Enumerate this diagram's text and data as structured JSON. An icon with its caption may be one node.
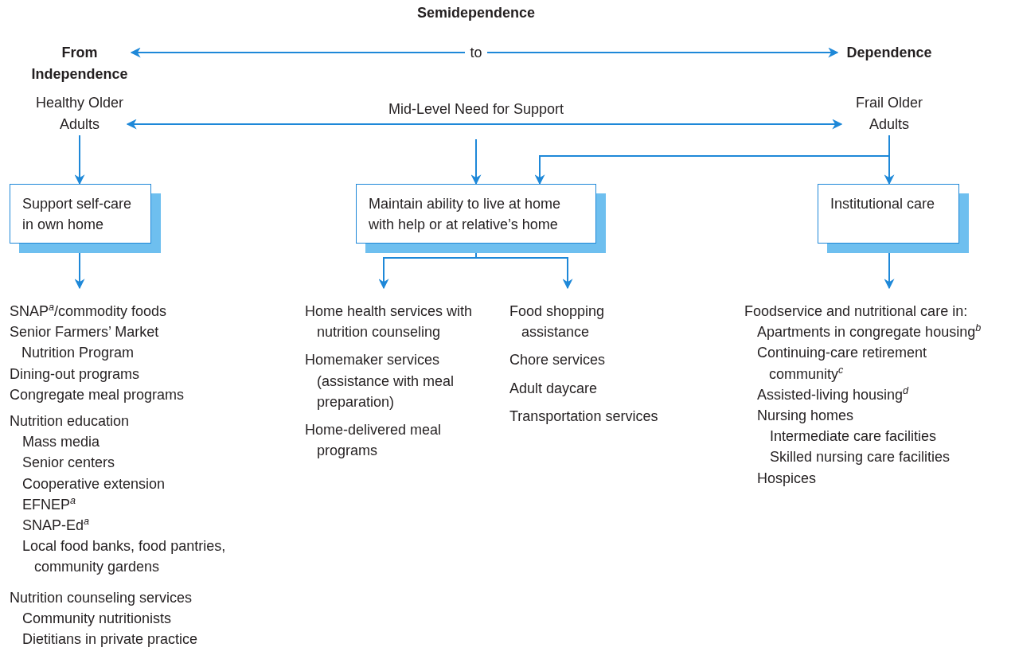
{
  "diagram": {
    "title": "Semidependence",
    "nodes": [
      {
        "text": [
          "From Independence"
        ]
      },
      {
        "text": [
          "Dependence"
        ]
      },
      {
        "text": [
          "Healthy Older Adults"
        ]
      },
      {
        "text": [
          "Frail Older Adults"
        ]
      },
      {
        "text": [
          "Support self-care in own home"
        ]
      },
      {
        "text": [
          "Maintain ability to live at home with help or at relative’s home"
        ]
      },
      {
        "text": [
          "Institutional care"
        ]
      },
      {
        "text": [
          "SNAP$^{a}$/commodity foods",
          "Senior Farmers’ Market Nutrition Program",
          "Dining-out programs",
          "Congregate meal programs",
          "Nutrition education",
          "Mass media",
          "Senior centers",
          "Cooperative extension",
          "EFNEP$^{a}$",
          "SNAP-Ed$^{a}$",
          "Local food banks, food pantries, community gardens",
          "Nutrition counseling services",
          "Community nutritionists",
          "Dietitians in private practice"
        ]
      },
      {
        "text": [
          "Home health services with nutrition counseling",
          "Homemaker services (assistance with meal preparation)",
          "Home-delivered meal programs"
        ]
      },
      {
        "text": [
          "Food shopping assistance",
          "Chore services",
          "Adult daycare",
          "Transportation services"
        ]
      },
      {
        "text": [
          "Foodservice and nutritional care in:",
          "Apartments in congregate housing$^{b}$",
          "Continuing-care retirement community$^{c}$",
          "Assisted-living housing$^{d}$",
          "Nursing homes",
          "Intermediate care facilities",
          "Skilled nursing care facilities",
          "Hospices"
        ]
      }
    ],
    "edges": [
      {
        "from": 0,
        "to": 1,
        "arrow": "both",
        "label": "to"
      },
      {
        "from": 2,
        "to": 3,
        "arrow": "both",
        "label": "Mid-Level Need for Support"
      },
      {
        "from": null,
        "to": 5,
        "arrow": "to"
      },
      {
        "from": 2,
        "to": 4,
        "arrow": "to"
      },
      {
        "from": 3,
        "to": 6,
        "arrow": "to"
      },
      {
        "from": 3,
        "to": 5,
        "arrow": "to"
      },
      {
        "from": 4,
        "to": 7,
        "arrow": "to"
      },
      {
        "from": 5,
        "to": 8,
        "arrow": "to"
      },
      {
        "from": 5,
        "to": 9,
        "arrow": "to"
      },
      {
        "from": 6,
        "to": 10,
        "arrow": "to"
      }
    ]
  }
}
